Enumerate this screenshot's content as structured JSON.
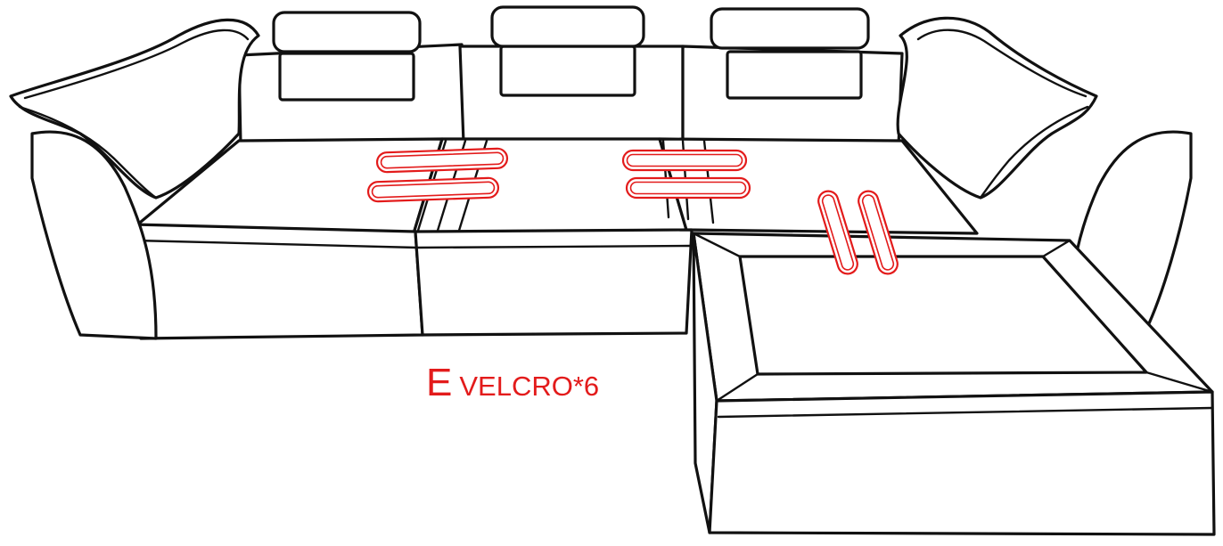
{
  "label": {
    "letter": "E",
    "name": "VELCRO*6"
  },
  "colors": {
    "line": "#111111",
    "accent": "#e31b1b",
    "background": "#ffffff"
  },
  "velcro_strip_count": 6
}
